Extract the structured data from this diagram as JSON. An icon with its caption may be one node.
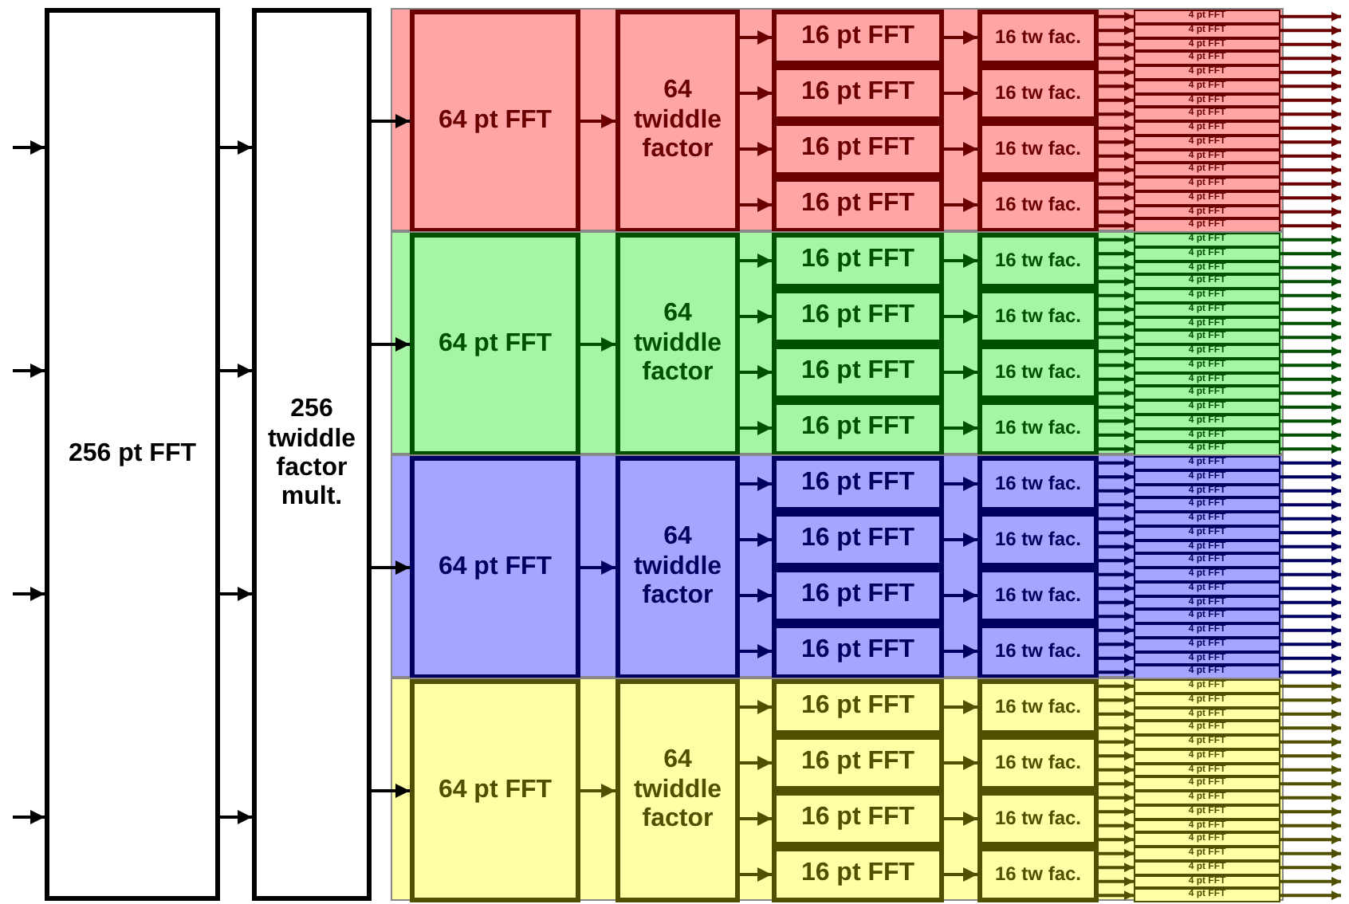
{
  "diagram": {
    "nodes": [
      {
        "text": [
          "256 pt FFT"
        ]
      },
      {
        "text": [
          "256 twiddle factor mult."
        ]
      },
      {
        "text": [],
        "shape": "box"
      },
      {
        "text": [
          "64 pt FFT"
        ],
        "in": 2
      },
      {
        "text": [
          "64 twiddle factor"
        ],
        "in": 2
      },
      {
        "text": [
          "16 pt FFT"
        ],
        "in": 2
      },
      {
        "text": [
          "16 pt FFT"
        ],
        "in": 2
      },
      {
        "text": [
          "16 pt FFT"
        ],
        "in": 2
      },
      {
        "text": [
          "16 pt FFT"
        ],
        "in": 2
      },
      {
        "text": [
          "16 tw fac."
        ],
        "in": 2
      },
      {
        "text": [
          "16 tw fac."
        ],
        "in": 2
      },
      {
        "text": [
          "16 tw fac."
        ],
        "in": 2
      },
      {
        "text": [
          "16 tw fac."
        ],
        "in": 2
      },
      {
        "text": [
          "4 pt FFT"
        ],
        "in": 2
      },
      {
        "text": [
          "4 pt FFT"
        ],
        "in": 2
      },
      {
        "text": [
          "4 pt FFT"
        ],
        "in": 2
      },
      {
        "text": [
          "4 pt FFT"
        ],
        "in": 2
      },
      {
        "text": [
          "4 pt FFT"
        ],
        "in": 2
      },
      {
        "text": [
          "4 pt FFT"
        ],
        "in": 2
      },
      {
        "text": [
          "4 pt FFT"
        ],
        "in": 2
      },
      {
        "text": [
          "4 pt FFT"
        ],
        "in": 2
      },
      {
        "text": [
          "4 pt FFT"
        ],
        "in": 2
      },
      {
        "text": [
          "4 pt FFT"
        ],
        "in": 2
      },
      {
        "text": [
          "4 pt FFT"
        ],
        "in": 2
      },
      {
        "text": [
          "4 pt FFT"
        ],
        "in": 2
      },
      {
        "text": [
          "4 pt FFT"
        ],
        "in": 2
      },
      {
        "text": [
          "4 pt FFT"
        ],
        "in": 2
      },
      {
        "text": [
          "4 pt FFT"
        ],
        "in": 2
      },
      {
        "text": [
          "4 pt FFT"
        ],
        "in": 2
      },
      {
        "text": [],
        "shape": "box"
      },
      {
        "text": [
          "64 pt FFT"
        ],
        "in": 29
      },
      {
        "text": [
          "64 twiddle factor"
        ],
        "in": 29
      },
      {
        "text": [
          "16 pt FFT"
        ],
        "in": 29
      },
      {
        "text": [
          "16 pt FFT"
        ],
        "in": 29
      },
      {
        "text": [
          "16 pt FFT"
        ],
        "in": 29
      },
      {
        "text": [
          "16 pt FFT"
        ],
        "in": 29
      },
      {
        "text": [
          "16 tw fac."
        ],
        "in": 29
      },
      {
        "text": [
          "16 tw fac."
        ],
        "in": 29
      },
      {
        "text": [
          "16 tw fac."
        ],
        "in": 29
      },
      {
        "text": [
          "16 tw fac."
        ],
        "in": 29
      },
      {
        "text": [
          "4 pt FFT"
        ],
        "in": 29
      },
      {
        "text": [
          "4 pt FFT"
        ],
        "in": 29
      },
      {
        "text": [
          "4 pt FFT"
        ],
        "in": 29
      },
      {
        "text": [
          "4 pt FFT"
        ],
        "in": 29
      },
      {
        "text": [
          "4 pt FFT"
        ],
        "in": 29
      },
      {
        "text": [
          "4 pt FFT"
        ],
        "in": 29
      },
      {
        "text": [
          "4 pt FFT"
        ],
        "in": 29
      },
      {
        "text": [
          "4 pt FFT"
        ],
        "in": 29
      },
      {
        "text": [
          "4 pt FFT"
        ],
        "in": 29
      },
      {
        "text": [
          "4 pt FFT"
        ],
        "in": 29
      },
      {
        "text": [
          "4 pt FFT"
        ],
        "in": 29
      },
      {
        "text": [
          "4 pt FFT"
        ],
        "in": 29
      },
      {
        "text": [
          "4 pt FFT"
        ],
        "in": 29
      },
      {
        "text": [
          "4 pt FFT"
        ],
        "in": 29
      },
      {
        "text": [
          "4 pt FFT"
        ],
        "in": 29
      },
      {
        "text": [
          "4 pt FFT"
        ],
        "in": 29
      },
      {
        "text": [],
        "shape": "box"
      },
      {
        "text": [
          "64 pt FFT"
        ],
        "in": 56
      },
      {
        "text": [
          "64 twiddle factor"
        ],
        "in": 56
      },
      {
        "text": [
          "16 pt FFT"
        ],
        "in": 56
      },
      {
        "text": [
          "16 pt FFT"
        ],
        "in": 56
      },
      {
        "text": [
          "16 pt FFT"
        ],
        "in": 56
      },
      {
        "text": [
          "16 pt FFT"
        ],
        "in": 56
      },
      {
        "text": [
          "16 tw fac."
        ],
        "in": 56
      },
      {
        "text": [
          "16 tw fac."
        ],
        "in": 56
      },
      {
        "text": [
          "16 tw fac."
        ],
        "in": 56
      },
      {
        "text": [
          "16 tw fac."
        ],
        "in": 56
      },
      {
        "text": [
          "4 pt FFT"
        ],
        "in": 56
      },
      {
        "text": [
          "4 pt FFT"
        ],
        "in": 56
      },
      {
        "text": [
          "4 pt FFT"
        ],
        "in": 56
      },
      {
        "text": [
          "4 pt FFT"
        ],
        "in": 56
      },
      {
        "text": [
          "4 pt FFT"
        ],
        "in": 56
      },
      {
        "text": [
          "4 pt FFT"
        ],
        "in": 56
      },
      {
        "text": [
          "4 pt FFT"
        ],
        "in": 56
      },
      {
        "text": [
          "4 pt FFT"
        ],
        "in": 56
      },
      {
        "text": [
          "4 pt FFT"
        ],
        "in": 56
      },
      {
        "text": [
          "4 pt FFT"
        ],
        "in": 56
      },
      {
        "text": [
          "4 pt FFT"
        ],
        "in": 56
      },
      {
        "text": [
          "4 pt FFT"
        ],
        "in": 56
      },
      {
        "text": [
          "4 pt FFT"
        ],
        "in": 56
      },
      {
        "text": [
          "4 pt FFT"
        ],
        "in": 56
      },
      {
        "text": [
          "4 pt FFT"
        ],
        "in": 56
      },
      {
        "text": [
          "4 pt FFT"
        ],
        "in": 56
      },
      {
        "text": [],
        "shape": "box"
      },
      {
        "text": [
          "64 pt FFT"
        ],
        "in": 83
      },
      {
        "text": [
          "64 twiddle factor"
        ],
        "in": 83
      },
      {
        "text": [
          "16 pt FFT"
        ],
        "in": 83
      },
      {
        "text": [
          "16 pt FFT"
        ],
        "in": 83
      },
      {
        "text": [
          "16 pt FFT"
        ],
        "in": 83
      },
      {
        "text": [
          "16 pt FFT"
        ],
        "in": 83
      },
      {
        "text": [
          "16 tw fac."
        ],
        "in": 83
      },
      {
        "text": [
          "16 tw fac."
        ],
        "in": 83
      },
      {
        "text": [
          "16 tw fac."
        ],
        "in": 83
      },
      {
        "text": [
          "16 tw fac."
        ],
        "in": 83
      },
      {
        "text": [
          "4 pt FFT"
        ],
        "in": 83
      },
      {
        "text": [
          "4 pt FFT"
        ],
        "in": 83
      },
      {
        "text": [
          "4 pt FFT"
        ],
        "in": 83
      },
      {
        "text": [
          "4 pt FFT"
        ],
        "in": 83
      },
      {
        "text": [
          "4 pt FFT"
        ],
        "in": 83
      },
      {
        "text": [
          "4 pt FFT"
        ],
        "in": 83
      },
      {
        "text": [
          "4 pt FFT"
        ],
        "in": 83
      },
      {
        "text": [
          "4 pt FFT"
        ],
        "in": 83
      },
      {
        "text": [
          "4 pt FFT"
        ],
        "in": 83
      },
      {
        "text": [
          "4 pt FFT"
        ],
        "in": 83
      },
      {
        "text": [
          "4 pt FFT"
        ],
        "in": 83
      },
      {
        "text": [
          "4 pt FFT"
        ],
        "in": 83
      },
      {
        "text": [
          "4 pt FFT"
        ],
        "in": 83
      },
      {
        "text": [
          "4 pt FFT"
        ],
        "in": 83
      },
      {
        "text": [
          "4 pt FFT"
        ],
        "in": 83
      },
      {
        "text": [
          "4 pt FFT"
        ],
        "in": 83
      }
    ],
    "edges": [
      {
        "from": null,
        "to": 0,
        "arrow": "to",
        "color": "#000000"
      },
      {
        "from": null,
        "to": 0,
        "arrow": "to",
        "color": "#000000"
      },
      {
        "from": null,
        "to": 0,
        "arrow": "to",
        "color": "#000000"
      },
      {
        "from": null,
        "to": 0,
        "arrow": "to",
        "color": "#000000"
      },
      {
        "from": 0,
        "to": 1,
        "arrow": "to",
        "color": "#000000"
      },
      {
        "from": 0,
        "to": 1,
        "arrow": "to",
        "color": "#000000"
      },
      {
        "from": 0,
        "to": 1,
        "arrow": "to",
        "color": "#000000"
      },
      {
        "from": 0,
        "to": 1,
        "arrow": "to",
        "color": "#000000"
      },
      {
        "from": 1,
        "to": 3,
        "arrow": "to",
        "color": "#000000"
      },
      {
        "from": 1,
        "to": 30,
        "arrow": "to",
        "color": "#000000"
      },
      {
        "from": 1,
        "to": 57,
        "arrow": "to",
        "color": "#000000"
      },
      {
        "from": 1,
        "to": 84,
        "arrow": "to",
        "color": "#000000"
      },
      {
        "from": 3,
        "to": 4,
        "arrow": "to",
        "color": "#6b0000"
      },
      {
        "from": 4,
        "to": 5,
        "arrow": "to",
        "color": "#6b0000"
      },
      {
        "from": 4,
        "to": 6,
        "arrow": "to",
        "color": "#6b0000"
      },
      {
        "from": 4,
        "to": 7,
        "arrow": "to",
        "color": "#6b0000"
      },
      {
        "from": 4,
        "to": 8,
        "arrow": "to",
        "color": "#6b0000"
      },
      {
        "from": 5,
        "to": 9,
        "arrow": "to",
        "color": "#6b0000"
      },
      {
        "from": 6,
        "to": 10,
        "arrow": "to",
        "color": "#6b0000"
      },
      {
        "from": 7,
        "to": 11,
        "arrow": "to",
        "color": "#6b0000"
      },
      {
        "from": 8,
        "to": 12,
        "arrow": "to",
        "color": "#6b0000"
      },
      {
        "from": 9,
        "to": 13,
        "arrow": "to",
        "color": "#6b0000"
      },
      {
        "from": 9,
        "to": 14,
        "arrow": "to",
        "color": "#6b0000"
      },
      {
        "from": 9,
        "to": 15,
        "arrow": "to",
        "color": "#6b0000"
      },
      {
        "from": 9,
        "to": 16,
        "arrow": "to",
        "color": "#6b0000"
      },
      {
        "from": 10,
        "to": 17,
        "arrow": "to",
        "color": "#6b0000"
      },
      {
        "from": 10,
        "to": 18,
        "arrow": "to",
        "color": "#6b0000"
      },
      {
        "from": 10,
        "to": 19,
        "arrow": "to",
        "color": "#6b0000"
      },
      {
        "from": 10,
        "to": 20,
        "arrow": "to",
        "color": "#6b0000"
      },
      {
        "from": 11,
        "to": 21,
        "arrow": "to",
        "color": "#6b0000"
      },
      {
        "from": 11,
        "to": 22,
        "arrow": "to",
        "color": "#6b0000"
      },
      {
        "from": 11,
        "to": 23,
        "arrow": "to",
        "color": "#6b0000"
      },
      {
        "from": 11,
        "to": 24,
        "arrow": "to",
        "color": "#6b0000"
      },
      {
        "from": 12,
        "to": 25,
        "arrow": "to",
        "color": "#6b0000"
      },
      {
        "from": 12,
        "to": 26,
        "arrow": "to",
        "color": "#6b0000"
      },
      {
        "from": 12,
        "to": 27,
        "arrow": "to",
        "color": "#6b0000"
      },
      {
        "from": 12,
        "to": 28,
        "arrow": "to",
        "color": "#6b0000"
      },
      {
        "from": 13,
        "to": null,
        "arrow": "to",
        "color": "#6b0000"
      },
      {
        "from": 14,
        "to": null,
        "arrow": "to",
        "color": "#6b0000"
      },
      {
        "from": 15,
        "to": null,
        "arrow": "to",
        "color": "#6b0000"
      },
      {
        "from": 16,
        "to": null,
        "arrow": "to",
        "color": "#6b0000"
      },
      {
        "from": 17,
        "to": null,
        "arrow": "to",
        "color": "#6b0000"
      },
      {
        "from": 18,
        "to": null,
        "arrow": "to",
        "color": "#6b0000"
      },
      {
        "from": 19,
        "to": null,
        "arrow": "to",
        "color": "#6b0000"
      },
      {
        "from": 20,
        "to": null,
        "arrow": "to",
        "color": "#6b0000"
      },
      {
        "from": 21,
        "to": null,
        "arrow": "to",
        "color": "#6b0000"
      },
      {
        "from": 22,
        "to": null,
        "arrow": "to",
        "color": "#6b0000"
      },
      {
        "from": 23,
        "to": null,
        "arrow": "to",
        "color": "#6b0000"
      },
      {
        "from": 24,
        "to": null,
        "arrow": "to",
        "color": "#6b0000"
      },
      {
        "from": 25,
        "to": null,
        "arrow": "to",
        "color": "#6b0000"
      },
      {
        "from": 26,
        "to": null,
        "arrow": "to",
        "color": "#6b0000"
      },
      {
        "from": 27,
        "to": null,
        "arrow": "to",
        "color": "#6b0000"
      },
      {
        "from": 28,
        "to": null,
        "arrow": "to",
        "color": "#6b0000"
      },
      {
        "from": 30,
        "to": 31,
        "arrow": "to",
        "color": "#005000"
      },
      {
        "from": 31,
        "to": 32,
        "arrow": "to",
        "color": "#005000"
      },
      {
        "from": 31,
        "to": 33,
        "arrow": "to",
        "color": "#005000"
      },
      {
        "from": 31,
        "to": 34,
        "arrow": "to",
        "color": "#005000"
      },
      {
        "from": 31,
        "to": 35,
        "arrow": "to",
        "color": "#005000"
      },
      {
        "from": 32,
        "to": 36,
        "arrow": "to",
        "color": "#005000"
      },
      {
        "from": 33,
        "to": 37,
        "arrow": "to",
        "color": "#005000"
      },
      {
        "from": 34,
        "to": 38,
        "arrow": "to",
        "color": "#005000"
      },
      {
        "from": 35,
        "to": 39,
        "arrow": "to",
        "color": "#005000"
      },
      {
        "from": 36,
        "to": 40,
        "arrow": "to",
        "color": "#005000"
      },
      {
        "from": 36,
        "to": 41,
        "arrow": "to",
        "color": "#005000"
      },
      {
        "from": 36,
        "to": 42,
        "arrow": "to",
        "color": "#005000"
      },
      {
        "from": 36,
        "to": 43,
        "arrow": "to",
        "color": "#005000"
      },
      {
        "from": 37,
        "to": 44,
        "arrow": "to",
        "color": "#005000"
      },
      {
        "from": 37,
        "to": 45,
        "arrow": "to",
        "color": "#005000"
      },
      {
        "from": 37,
        "to": 46,
        "arrow": "to",
        "color": "#005000"
      },
      {
        "from": 37,
        "to": 47,
        "arrow": "to",
        "color": "#005000"
      },
      {
        "from": 38,
        "to": 48,
        "arrow": "to",
        "color": "#005000"
      },
      {
        "from": 38,
        "to": 49,
        "arrow": "to",
        "color": "#005000"
      },
      {
        "from": 38,
        "to": 50,
        "arrow": "to",
        "color": "#005000"
      },
      {
        "from": 38,
        "to": 51,
        "arrow": "to",
        "color": "#005000"
      },
      {
        "from": 39,
        "to": 52,
        "arrow": "to",
        "color": "#005000"
      },
      {
        "from": 39,
        "to": 53,
        "arrow": "to",
        "color": "#005000"
      },
      {
        "from": 39,
        "to": 54,
        "arrow": "to",
        "color": "#005000"
      },
      {
        "from": 39,
        "to": 55,
        "arrow": "to",
        "color": "#005000"
      },
      {
        "from": 40,
        "to": null,
        "arrow": "to",
        "color": "#005000"
      },
      {
        "from": 41,
        "to": null,
        "arrow": "to",
        "color": "#005000"
      },
      {
        "from": 42,
        "to": null,
        "arrow": "to",
        "color": "#005000"
      },
      {
        "from": 43,
        "to": null,
        "arrow": "to",
        "color": "#005000"
      },
      {
        "from": 44,
        "to": null,
        "arrow": "to",
        "color": "#005000"
      },
      {
        "from": 45,
        "to": null,
        "arrow": "to",
        "color": "#005000"
      },
      {
        "from": 46,
        "to": null,
        "arrow": "to",
        "color": "#005000"
      },
      {
        "from": 47,
        "to": null,
        "arrow": "to",
        "color": "#005000"
      },
      {
        "from": 48,
        "to": null,
        "arrow": "to",
        "color": "#005000"
      },
      {
        "from": 49,
        "to": null,
        "arrow": "to",
        "color": "#005000"
      },
      {
        "from": 50,
        "to": null,
        "arrow": "to",
        "color": "#005000"
      },
      {
        "from": 51,
        "to": null,
        "arrow": "to",
        "color": "#005000"
      },
      {
        "from": 52,
        "to": null,
        "arrow": "to",
        "color": "#005000"
      },
      {
        "from": 53,
        "to": null,
        "arrow": "to",
        "color": "#005000"
      },
      {
        "from": 54,
        "to": null,
        "arrow": "to",
        "color": "#005000"
      },
      {
        "from": 55,
        "to": null,
        "arrow": "to",
        "color": "#005000"
      },
      {
        "from": 57,
        "to": 58,
        "arrow": "to",
        "color": "#000060"
      },
      {
        "from": 58,
        "to": 59,
        "arrow": "to",
        "color": "#000060"
      },
      {
        "from": 58,
        "to": 60,
        "arrow": "to",
        "color": "#000060"
      },
      {
        "from": 58,
        "to": 61,
        "arrow": "to",
        "color": "#000060"
      },
      {
        "from": 58,
        "to": 62,
        "arrow": "to",
        "color": "#000060"
      },
      {
        "from": 59,
        "to": 63,
        "arrow": "to",
        "color": "#000060"
      },
      {
        "from": 60,
        "to": 64,
        "arrow": "to",
        "color": "#000060"
      },
      {
        "from": 61,
        "to": 65,
        "arrow": "to",
        "color": "#000060"
      },
      {
        "from": 62,
        "to": 66,
        "arrow": "to",
        "color": "#000060"
      },
      {
        "from": 63,
        "to": 67,
        "arrow": "to",
        "color": "#000060"
      },
      {
        "from": 63,
        "to": 68,
        "arrow": "to",
        "color": "#000060"
      },
      {
        "from": 63,
        "to": 69,
        "arrow": "to",
        "color": "#000060"
      },
      {
        "from": 63,
        "to": 70,
        "arrow": "to",
        "color": "#000060"
      },
      {
        "from": 64,
        "to": 71,
        "arrow": "to",
        "color": "#000060"
      },
      {
        "from": 64,
        "to": 72,
        "arrow": "to",
        "color": "#000060"
      },
      {
        "from": 64,
        "to": 73,
        "arrow": "to",
        "color": "#000060"
      },
      {
        "from": 64,
        "to": 74,
        "arrow": "to",
        "color": "#000060"
      },
      {
        "from": 65,
        "to": 75,
        "arrow": "to",
        "color": "#000060"
      },
      {
        "from": 65,
        "to": 76,
        "arrow": "to",
        "color": "#000060"
      },
      {
        "from": 65,
        "to": 77,
        "arrow": "to",
        "color": "#000060"
      },
      {
        "from": 65,
        "to": 78,
        "arrow": "to",
        "color": "#000060"
      },
      {
        "from": 66,
        "to": 79,
        "arrow": "to",
        "color": "#000060"
      },
      {
        "from": 66,
        "to": 80,
        "arrow": "to",
        "color": "#000060"
      },
      {
        "from": 66,
        "to": 81,
        "arrow": "to",
        "color": "#000060"
      },
      {
        "from": 66,
        "to": 82,
        "arrow": "to",
        "color": "#000060"
      },
      {
        "from": 67,
        "to": null,
        "arrow": "to",
        "color": "#000060"
      },
      {
        "from": 68,
        "to": null,
        "arrow": "to",
        "color": "#000060"
      },
      {
        "from": 69,
        "to": null,
        "arrow": "to",
        "color": "#000060"
      },
      {
        "from": 70,
        "to": null,
        "arrow": "to",
        "color": "#000060"
      },
      {
        "from": 71,
        "to": null,
        "arrow": "to",
        "color": "#000060"
      },
      {
        "from": 72,
        "to": null,
        "arrow": "to",
        "color": "#000060"
      },
      {
        "from": 73,
        "to": null,
        "arrow": "to",
        "color": "#000060"
      },
      {
        "from": 74,
        "to": null,
        "arrow": "to",
        "color": "#000060"
      },
      {
        "from": 75,
        "to": null,
        "arrow": "to",
        "color": "#000060"
      },
      {
        "from": 76,
        "to": null,
        "arrow": "to",
        "color": "#000060"
      },
      {
        "from": 77,
        "to": null,
        "arrow": "to",
        "color": "#000060"
      },
      {
        "from": 78,
        "to": null,
        "arrow": "to",
        "color": "#000060"
      },
      {
        "from": 79,
        "to": null,
        "arrow": "to",
        "color": "#000060"
      },
      {
        "from": 80,
        "to": null,
        "arrow": "to",
        "color": "#000060"
      },
      {
        "from": 81,
        "to": null,
        "arrow": "to",
        "color": "#000060"
      },
      {
        "from": 82,
        "to": null,
        "arrow": "to",
        "color": "#000060"
      },
      {
        "from": 84,
        "to": 85,
        "arrow": "to",
        "color": "#505000"
      },
      {
        "from": 85,
        "to": 86,
        "arrow": "to",
        "color": "#505000"
      },
      {
        "from": 85,
        "to": 87,
        "arrow": "to",
        "color": "#505000"
      },
      {
        "from": 85,
        "to": 88,
        "arrow": "to",
        "color": "#505000"
      },
      {
        "from": 85,
        "to": 89,
        "arrow": "to",
        "color": "#505000"
      },
      {
        "from": 86,
        "to": 90,
        "arrow": "to",
        "color": "#505000"
      },
      {
        "from": 87,
        "to": 91,
        "arrow": "to",
        "color": "#505000"
      },
      {
        "from": 88,
        "to": 92,
        "arrow": "to",
        "color": "#505000"
      },
      {
        "from": 89,
        "to": 93,
        "arrow": "to",
        "color": "#505000"
      },
      {
        "from": 90,
        "to": 94,
        "arrow": "to",
        "color": "#505000"
      },
      {
        "from": 90,
        "to": 95,
        "arrow": "to",
        "color": "#505000"
      },
      {
        "from": 90,
        "to": 96,
        "arrow": "to",
        "color": "#505000"
      },
      {
        "from": 90,
        "to": 97,
        "arrow": "to",
        "color": "#505000"
      },
      {
        "from": 91,
        "to": 98,
        "arrow": "to",
        "color": "#505000"
      },
      {
        "from": 91,
        "to": 99,
        "arrow": "to",
        "color": "#505000"
      },
      {
        "from": 91,
        "to": 100,
        "arrow": "to",
        "color": "#505000"
      },
      {
        "from": 91,
        "to": 101,
        "arrow": "to",
        "color": "#505000"
      },
      {
        "from": 92,
        "to": 102,
        "arrow": "to",
        "color": "#505000"
      },
      {
        "from": 92,
        "to": 103,
        "arrow": "to",
        "color": "#505000"
      },
      {
        "from": 92,
        "to": 104,
        "arrow": "to",
        "color": "#505000"
      },
      {
        "from": 92,
        "to": 105,
        "arrow": "to",
        "color": "#505000"
      },
      {
        "from": 93,
        "to": 106,
        "arrow": "to",
        "color": "#505000"
      },
      {
        "from": 93,
        "to": 107,
        "arrow": "to",
        "color": "#505000"
      },
      {
        "from": 93,
        "to": 108,
        "arrow": "to",
        "color": "#505000"
      },
      {
        "from": 93,
        "to": 109,
        "arrow": "to",
        "color": "#505000"
      },
      {
        "from": 94,
        "to": null,
        "arrow": "to",
        "color": "#505000"
      },
      {
        "from": 95,
        "to": null,
        "arrow": "to",
        "color": "#505000"
      },
      {
        "from": 96,
        "to": null,
        "arrow": "to",
        "color": "#505000"
      },
      {
        "from": 97,
        "to": null,
        "arrow": "to",
        "color": "#505000"
      },
      {
        "from": 98,
        "to": null,
        "arrow": "to",
        "color": "#505000"
      },
      {
        "from": 99,
        "to": null,
        "arrow": "to",
        "color": "#505000"
      },
      {
        "from": 100,
        "to": null,
        "arrow": "to",
        "color": "#505000"
      },
      {
        "from": 101,
        "to": null,
        "arrow": "to",
        "color": "#505000"
      },
      {
        "from": 102,
        "to": null,
        "arrow": "to",
        "color": "#505000"
      },
      {
        "from": 103,
        "to": null,
        "arrow": "to",
        "color": "#505000"
      },
      {
        "from": 104,
        "to": null,
        "arrow": "to",
        "color": "#505000"
      },
      {
        "from": 105,
        "to": null,
        "arrow": "to",
        "color": "#505000"
      },
      {
        "from": 106,
        "to": null,
        "arrow": "to",
        "color": "#505000"
      },
      {
        "from": 107,
        "to": null,
        "arrow": "to",
        "color": "#505000"
      },
      {
        "from": 108,
        "to": null,
        "arrow": "to",
        "color": "#505000"
      },
      {
        "from": 109,
        "to": null,
        "arrow": "to",
        "color": "#505000"
      }
    ]
  }
}
